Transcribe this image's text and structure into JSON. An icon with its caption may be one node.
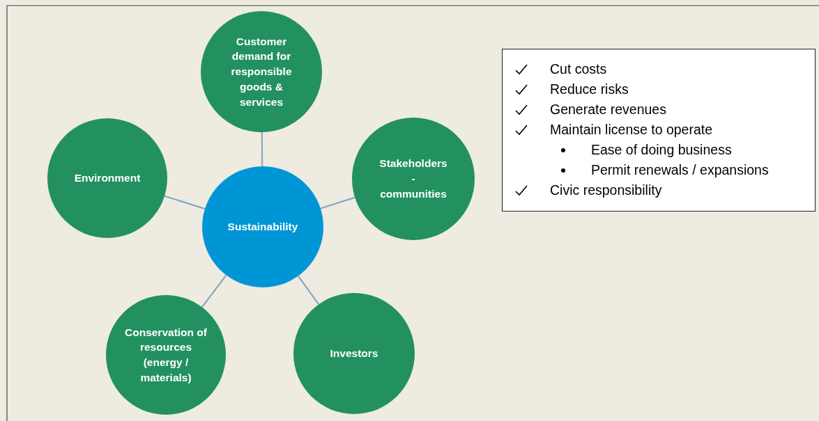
{
  "diagram": {
    "nodes": [
      {
        "text": [
          "Customer demand for responsible goods & services"
        ]
      },
      {
        "text": [
          "Environment"
        ]
      },
      {
        "text": [
          "Sustainability"
        ]
      },
      {
        "text": [
          "Stakeholders - communities"
        ]
      },
      {
        "text": [
          "Conservation of resources (energy / materials)"
        ]
      },
      {
        "text": [
          "Investors"
        ]
      },
      {
        "text": [
          "Cut costs",
          "Reduce risks",
          "Generate revenues",
          "Maintain license to operate",
          "Ease of doing business",
          "Permit renewals / expansions",
          "Civic responsibility"
        ]
      }
    ],
    "edges": [
      {
        "from": 2,
        "to": 0,
        "arrow": "none"
      },
      {
        "from": 2,
        "to": 1,
        "arrow": "none"
      },
      {
        "from": 2,
        "to": 3,
        "arrow": "none"
      },
      {
        "from": 2,
        "to": 4,
        "arrow": "none"
      },
      {
        "from": 2,
        "to": 5,
        "arrow": "none"
      }
    ]
  }
}
